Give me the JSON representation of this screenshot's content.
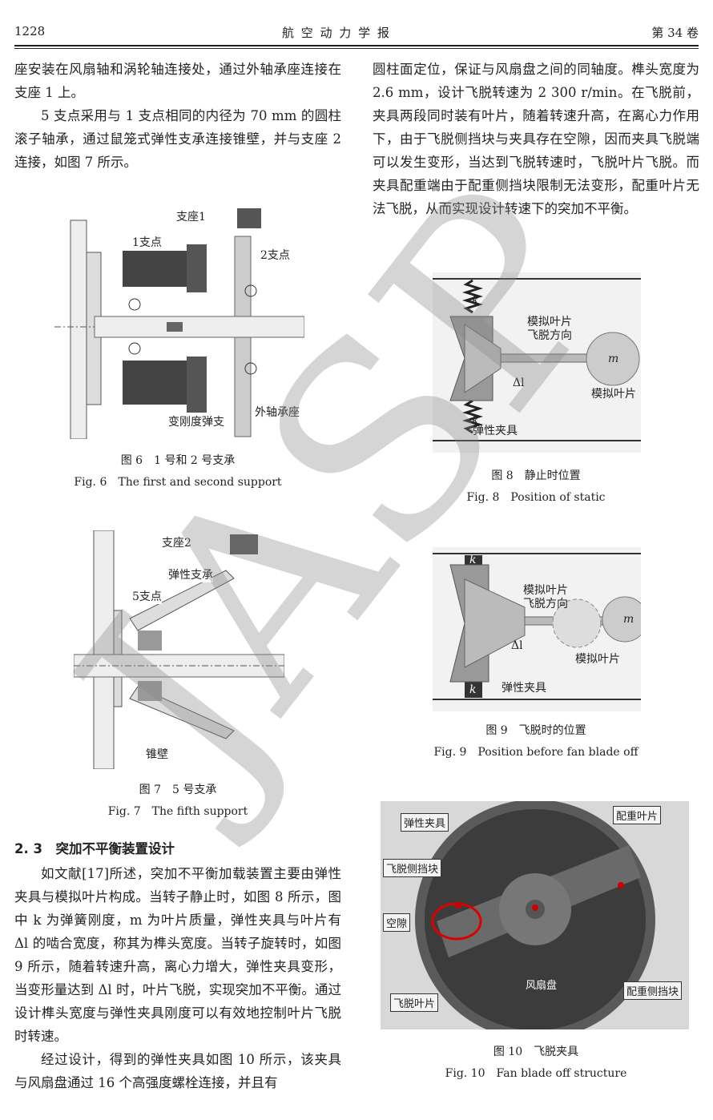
{
  "header": {
    "page_number": "1228",
    "journal": "航 空 动 力 学 报",
    "volume": "第 34 卷"
  },
  "left": {
    "p1": "座安装在风扇轴和涡轮轴连接处，通过外轴承座连接在支座 1 上。",
    "p2": "5 支点采用与 1 支点相同的内径为 70 mm 的圆柱滚子轴承，通过鼠笼式弹性支承连接锥壁，并与支座 2 连接，如图 7 所示。",
    "section_title": "2. 3　突加不平衡装置设计",
    "p3": "如文献[17]所述，突加不平衡加载装置主要由弹性夹具与模拟叶片构成。当转子静止时，如图 8 所示，图中 k 为弹簧刚度，m 为叶片质量，弹性夹具与叶片有 Δl 的啮合宽度，称其为榫头宽度。当转子旋转时，如图 9 所示，随着转速升高，离心力增大，弹性夹具变形，当变形量达到 Δl 时，叶片飞脱，实现突加不平衡。通过设计榫头宽度与弹性夹具刚度可以有效地控制叶片飞脱时转速。",
    "p4": "经过设计，得到的弹性夹具如图 10 所示，该夹具与风扇盘通过 16 个高强度螺栓连接，并且有"
  },
  "right": {
    "p1": "圆柱面定位，保证与风扇盘之间的同轴度。榫头宽度为 2.6 mm，设计飞脱转速为 2 300 r/min。在飞脱前，夹具两段同时装有叶片，随着转速升高，在离心力作用下，由于飞脱侧挡块与夹具存在空隙，因而夹具飞脱端可以发生变形，当达到飞脱转速时，飞脱叶片飞脱。而夹具配重端由于配重侧挡块限制无法变形，配重叶片无法飞脱，从而实现设计转速下的突加不平衡。"
  },
  "fig6": {
    "labels": {
      "support1": "支座1",
      "point1": "1支点",
      "point2": "2支点",
      "outer_housing": "外轴承座",
      "variable_spring": "变刚度弹支"
    },
    "caption_cn": "图 6　1 号和 2 号支承",
    "caption_en": "Fig. 6　The first and second support"
  },
  "fig7": {
    "labels": {
      "support2": "支座2",
      "elastic": "弹性支承",
      "point5": "5支点",
      "cone": "锥壁"
    },
    "caption_cn": "图 7　5 号支承",
    "caption_en": "Fig. 7　The fifth support"
  },
  "fig8": {
    "labels": {
      "k1": "k",
      "k2": "k",
      "dir": "模拟叶片\n飞脱方向",
      "m": "m",
      "dl": "Δl",
      "blade": "模拟叶片",
      "clamp": "弹性夹具"
    },
    "caption_cn": "图 8　静止时位置",
    "caption_en": "Fig. 8　Position of static"
  },
  "fig9": {
    "labels": {
      "k1": "k",
      "k2": "k",
      "dir": "模拟叶片\n飞脱方向",
      "m": "m",
      "dl": "Δl",
      "blade": "模拟叶片",
      "clamp": "弹性夹具"
    },
    "caption_cn": "图 9　飞脱时的位置",
    "caption_en": "Fig. 9　Position before fan blade off"
  },
  "fig10": {
    "labels": {
      "clamp": "弹性夹具",
      "counter_blade": "配重叶片",
      "off_block": "飞脱侧挡块",
      "gap": "空隙",
      "disk": "风扇盘",
      "counter_block": "配重侧挡块",
      "off_blade": "飞脱叶片"
    },
    "caption_cn": "图 10　飞脱夹具",
    "caption_en": "Fig. 10　Fan blade off structure"
  },
  "watermark": "JASP"
}
